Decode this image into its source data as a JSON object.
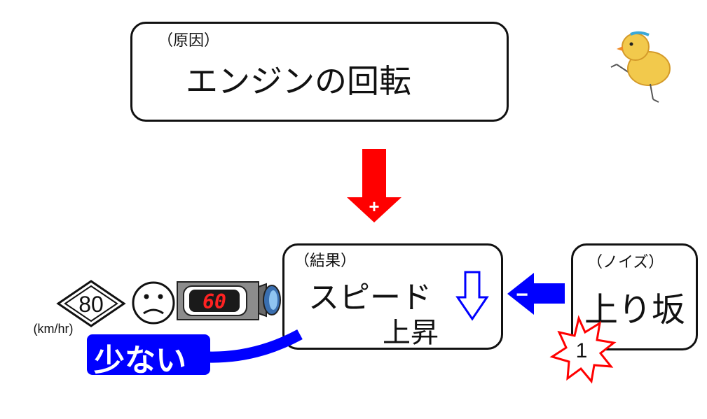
{
  "cause_box": {
    "tag": "（原因）",
    "label": "エンジンの回転"
  },
  "result_box": {
    "tag": "（結果）",
    "label": "スピード",
    "sublabel": "上昇"
  },
  "noise_box": {
    "tag": "（ノイズ）",
    "label": "上り坂"
  },
  "arrows": {
    "cause_sign": "+",
    "noise_sign": "−"
  },
  "speed_sign": {
    "value": "80",
    "unit": "(km/hr)"
  },
  "speedometer": {
    "reading": "60"
  },
  "callout": {
    "text": "少ない"
  },
  "badge": {
    "number": "1"
  },
  "colors": {
    "red": "#ff0000",
    "blue": "#0000ff"
  }
}
